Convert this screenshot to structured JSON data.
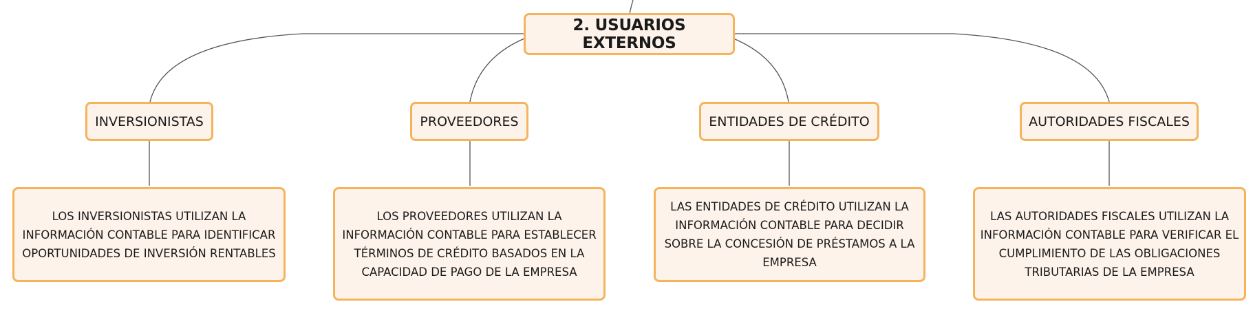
{
  "diagram": {
    "root": {
      "label": "2. USUARIOS EXTERNOS"
    },
    "branches": [
      {
        "label": "INVERSIONISTAS",
        "description": "LOS INVERSIONISTAS UTILIZAN LA\nINFORMACIÓN CONTABLE PARA IDENTIFICAR\nOPORTUNIDADES DE INVERSIÓN RENTABLES"
      },
      {
        "label": "PROVEEDORES",
        "description": "LOS PROVEEDORES UTILIZAN LA\nINFORMACIÓN CONTABLE PARA ESTABLECER\nTÉRMINOS DE CRÉDITO BASADOS EN LA\nCAPACIDAD DE PAGO DE LA EMPRESA"
      },
      {
        "label": "ENTIDADES DE CRÉDITO",
        "description": "LAS ENTIDADES DE CRÉDITO UTILIZAN LA\nINFORMACIÓN CONTABLE PARA DECIDIR\nSOBRE LA CONCESIÓN DE PRÉSTAMOS A LA\nEMPRESA"
      },
      {
        "label": "AUTORIDADES FISCALES",
        "description": "LAS AUTORIDADES FISCALES UTILIZAN LA\nINFORMACIÓN CONTABLE PARA VERIFICAR EL\nCUMPLIMIENTO DE LAS OBLIGACIONES\nTRIBUTARIAS DE LA EMPRESA"
      }
    ],
    "colors": {
      "node_fill": "#fdf3ea",
      "node_border": "#f5b35c",
      "connector": "#555555",
      "text": "#1a1a1a"
    }
  }
}
